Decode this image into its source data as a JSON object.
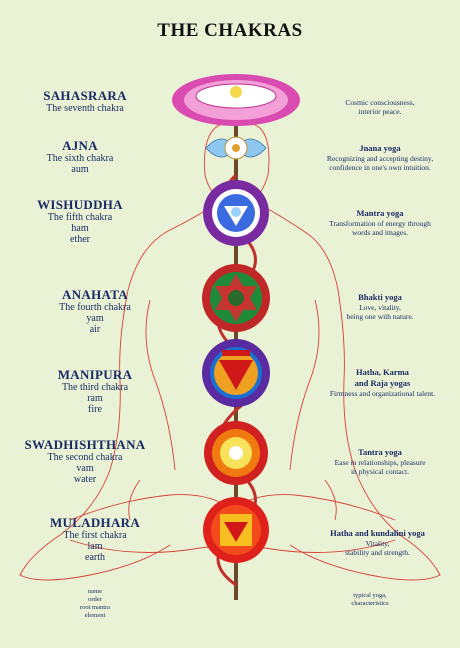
{
  "title": "THE CHAKRAS",
  "chakras": [
    {
      "name": "SAHASRARA",
      "lines": [
        "The seventh chakra"
      ],
      "yoga": "",
      "description": [
        "Cosmic consciousness,",
        "interior peace."
      ],
      "color": "#d94bb0"
    },
    {
      "name": "AJNA",
      "lines": [
        "The sixth chakra",
        "aum"
      ],
      "yoga": "Jnana yoga",
      "description": [
        "Recognizing and accepting destiny,",
        "confidence in one's own intuition."
      ],
      "color": "#6fb3e8"
    },
    {
      "name": "WISHUDDHA",
      "lines": [
        "The fifth chakra",
        "ham",
        "ether"
      ],
      "yoga": "Mantra yoga",
      "description": [
        "Transformation of energy through",
        "words and images."
      ],
      "color": "#2a5bd0"
    },
    {
      "name": "ANAHATA",
      "lines": [
        "The fourth chakra",
        "yam",
        "air"
      ],
      "yoga": "Bhakti yoga",
      "description": [
        "Love, vitality,",
        "being one with nature."
      ],
      "color": "#1e8a3a"
    },
    {
      "name": "MANIPURA",
      "lines": [
        "The third chakra",
        "ram",
        "fire"
      ],
      "yoga": "Hatha, Karma",
      "yoga2": "and Raja yogas",
      "description": [
        "Firmness and organizational talent."
      ],
      "color": "#f0a020"
    },
    {
      "name": "SWADHISHTHANA",
      "lines": [
        "The second chakra",
        "vam",
        "water"
      ],
      "yoga": "Tantra yoga",
      "description": [
        "Ease in relationships, pleasure",
        "in physical contact."
      ],
      "color": "#f07a10"
    },
    {
      "name": "MULADHARA",
      "lines": [
        "The first chakra",
        "lam",
        "earth"
      ],
      "yoga": "Hatha and kundalini yoga",
      "description": [
        "Vitality,",
        "stability and strength."
      ],
      "color": "#e0201a"
    }
  ],
  "legend_left": [
    "name",
    "order",
    "root mantra",
    "element"
  ],
  "legend_right": [
    "typical yoga,",
    "characteristics"
  ]
}
